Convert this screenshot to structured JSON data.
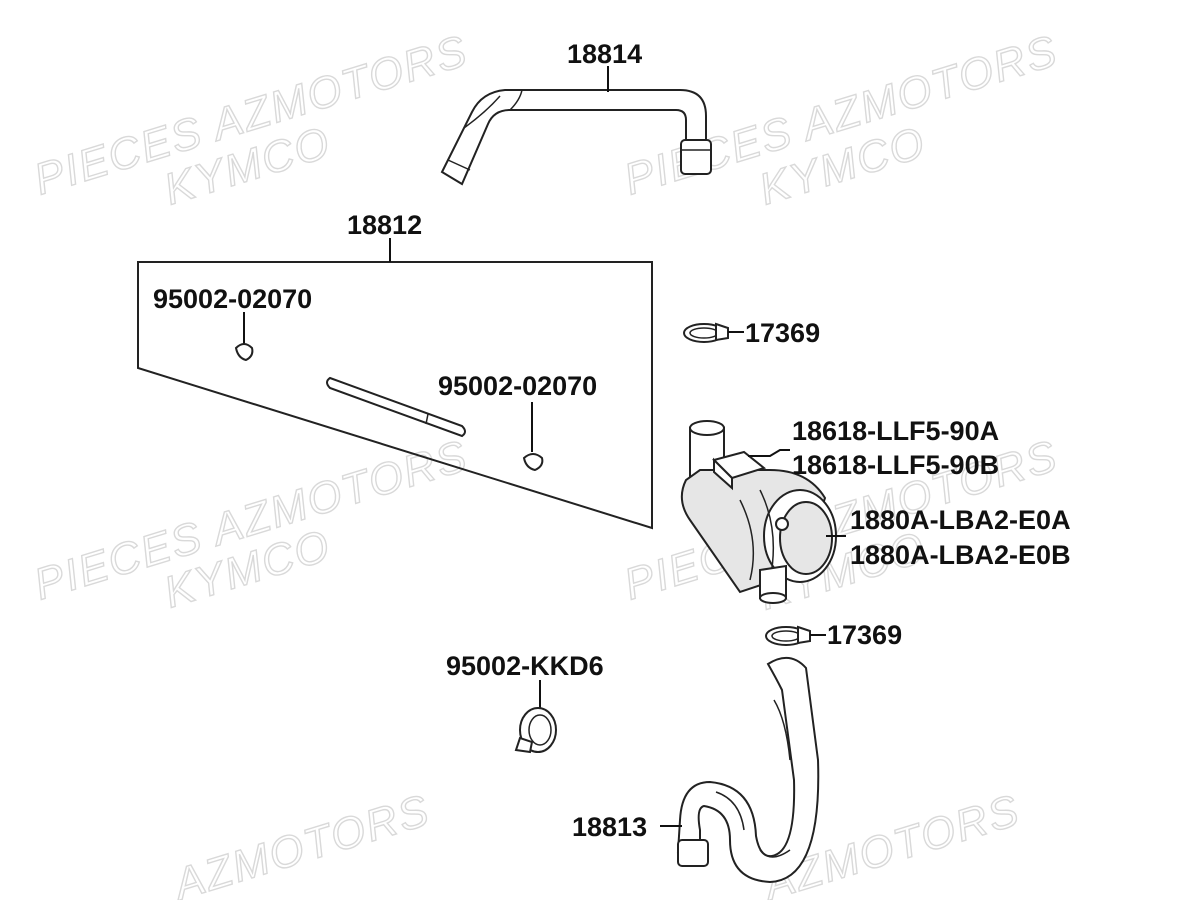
{
  "watermarks": [
    {
      "text": "PIECES AZMOTORS"
    },
    {
      "text": "KYMCO"
    },
    {
      "text": "PIECES AZMOTORS"
    },
    {
      "text": "KYMCO"
    },
    {
      "text": "PIECES AZMOTORS"
    },
    {
      "text": "KYMCO"
    },
    {
      "text": "PIECES AZMOTORS"
    },
    {
      "text": "KYMCO"
    },
    {
      "text": "AZMOTORS"
    },
    {
      "text": "AZMOTORS"
    }
  ],
  "labels": {
    "p18814": "18814",
    "p18812": "18812",
    "clip_a": "95002-02070",
    "clip_b": "95002-02070",
    "clamp_top": "17369",
    "valve_1": "18618-LLF5-90A",
    "valve_2": "18618-LLF5-90B",
    "filter_1": "1880A-LBA2-E0A",
    "filter_2": "1880A-LBA2-E0B",
    "clamp_bottom": "17369",
    "band_clamp": "95002-KKD6",
    "p18813": "18813"
  },
  "colors": {
    "line": "#222222",
    "watermark": "#d9d9d9",
    "shade": "#e6e6e6"
  }
}
